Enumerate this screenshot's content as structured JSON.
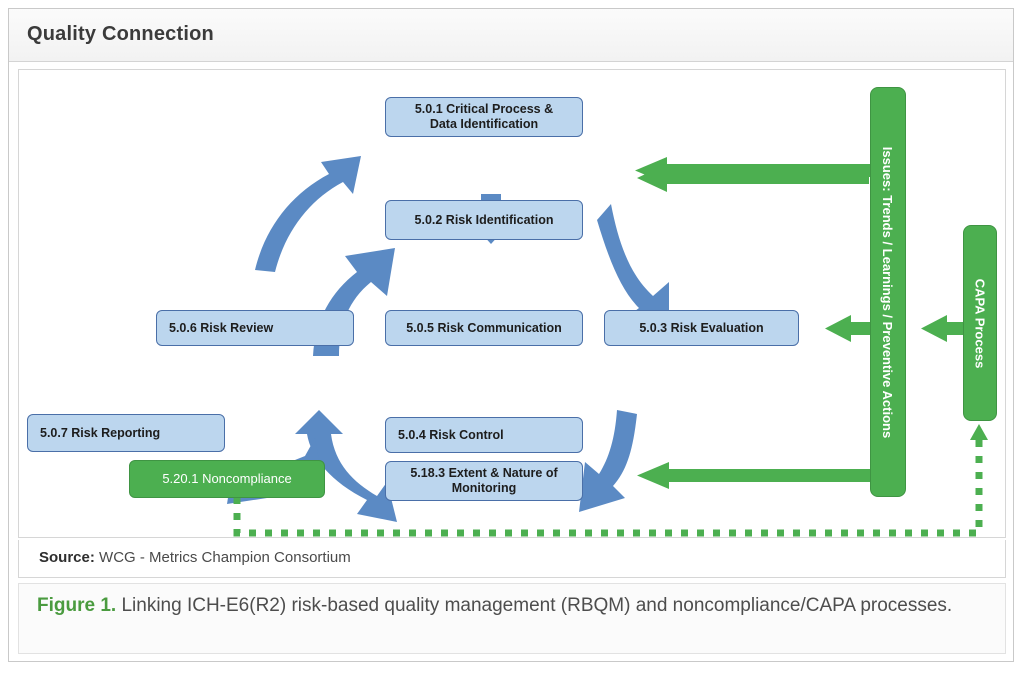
{
  "header": {
    "title": "Quality Connection"
  },
  "source": {
    "label": "Source:",
    "text": "WCG - Metrics Champion Consortium"
  },
  "caption": {
    "figure_label": "Figure 1.",
    "text": " Linking ICH-E6(R2) risk-based quality management (RBQM) and noncompliance/CAPA processes."
  },
  "colors": {
    "blue_fill": "#bcd6ee",
    "blue_border": "#4a6fa8",
    "blue_arrow": "#5b8ac4",
    "green_fill": "#4caf50",
    "green_border": "#3f9443",
    "green_arrow": "#4caf50",
    "figure_label_green": "#4a9b3f"
  },
  "diagram": {
    "nodes": [
      {
        "id": "n501",
        "label": "5.0.1 Critical Process &\nData Identification",
        "type": "blue"
      },
      {
        "id": "n502",
        "label": "5.0.2 Risk Identification",
        "type": "blue"
      },
      {
        "id": "n503",
        "label": "5.0.3 Risk Evaluation",
        "type": "blue"
      },
      {
        "id": "n504",
        "label": "5.0.4 Risk Control",
        "type": "blue"
      },
      {
        "id": "n5183",
        "label": "5.18.3 Extent & Nature of\nMonitoring",
        "type": "blue"
      },
      {
        "id": "n505",
        "label": "5.0.5 Risk Communication",
        "type": "blue"
      },
      {
        "id": "n506",
        "label": "5.0.6 Risk Review",
        "type": "blue"
      },
      {
        "id": "n507",
        "label": "5.0.7 Risk Reporting",
        "type": "blue"
      },
      {
        "id": "n5201",
        "label": "5.20.1 Noncompliance",
        "type": "green"
      },
      {
        "id": "issues",
        "label": "Issues: Trends / Learnings / Preventive Actions",
        "type": "green-bar-vertical"
      },
      {
        "id": "capa",
        "label": "CAPA Process",
        "type": "green-bar-vertical"
      }
    ],
    "edges": [
      {
        "from": "n501",
        "to": "n502",
        "style": "blue-straight-down"
      },
      {
        "from": "n502",
        "to": "n503",
        "style": "blue-curve-down-right"
      },
      {
        "from": "n503",
        "to": "n504",
        "style": "blue-curve-down-left"
      },
      {
        "from": "n504",
        "to": "n506",
        "style": "blue-double-headed"
      },
      {
        "from": "n506",
        "to": "n507",
        "style": "blue-curve-left"
      },
      {
        "from": "n506",
        "to": "n502",
        "style": "blue-curve-up-right"
      },
      {
        "from": "n506",
        "to": "n501",
        "style": "blue-thin-curve-up-right"
      },
      {
        "from": "issues",
        "to": "n501",
        "style": "green-long-left"
      },
      {
        "from": "issues",
        "to": "n503",
        "style": "green-short-left"
      },
      {
        "from": "capa",
        "to": "issues",
        "style": "green-short-left"
      },
      {
        "from": "issues",
        "to": "n5183",
        "style": "green-long-left"
      },
      {
        "from": "n5201",
        "to": "capa",
        "style": "green-dotted-path"
      }
    ]
  }
}
